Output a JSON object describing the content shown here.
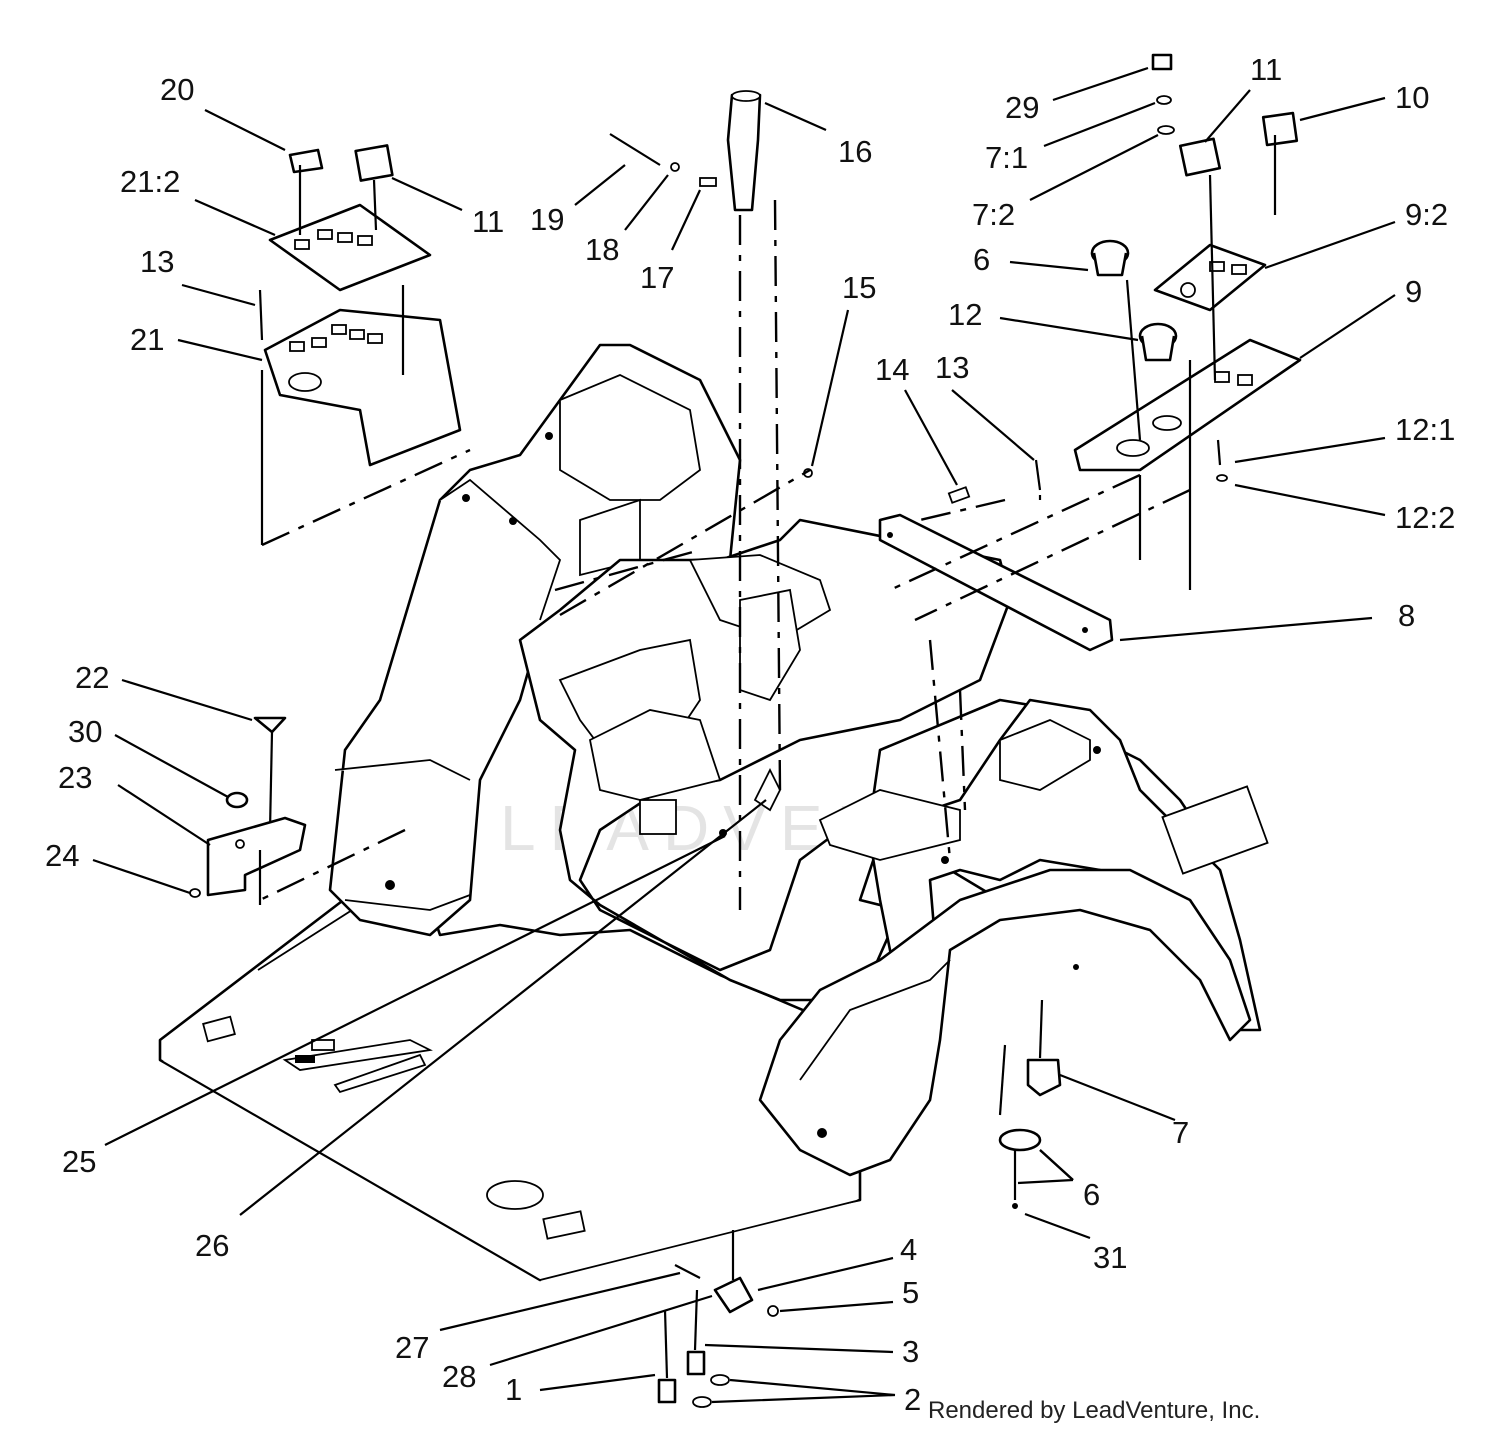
{
  "diagram": {
    "callouts": {
      "c1": "1",
      "c2": "2",
      "c3": "3",
      "c4": "4",
      "c5": "5",
      "c6a": "6",
      "c6b": "6",
      "c7": "7",
      "c7_1": "7:1",
      "c7_2": "7:2",
      "c8": "8",
      "c9": "9",
      "c9_2": "9:2",
      "c10": "10",
      "c11a": "11",
      "c11b": "11",
      "c12": "12",
      "c12_1": "12:1",
      "c12_2": "12:2",
      "c13a": "13",
      "c13b": "13",
      "c14": "14",
      "c15": "15",
      "c16": "16",
      "c17": "17",
      "c18": "18",
      "c19": "19",
      "c20": "20",
      "c21": "21",
      "c21_2": "21:2",
      "c22": "22",
      "c23": "23",
      "c24": "24",
      "c25": "25",
      "c26": "26",
      "c27": "27",
      "c28": "28",
      "c29": "29",
      "c30": "30",
      "c31": "31"
    },
    "credit": "Rendered by LeadVenture, Inc.",
    "watermark": "LEADVENTURE"
  }
}
